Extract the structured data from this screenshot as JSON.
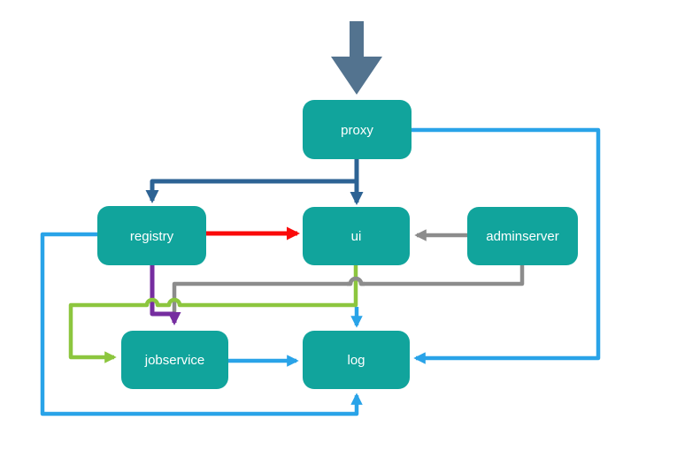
{
  "diagram": {
    "nodes": [
      {
        "id": "proxy",
        "label": "proxy"
      },
      {
        "id": "registry",
        "label": "registry"
      },
      {
        "id": "ui",
        "label": "ui"
      },
      {
        "id": "adminserver",
        "label": "adminserver"
      },
      {
        "id": "jobservice",
        "label": "jobservice"
      },
      {
        "id": "log",
        "label": "log"
      }
    ],
    "edges": [
      {
        "from": "external",
        "to": "proxy",
        "color": "slate"
      },
      {
        "from": "proxy",
        "to": "ui",
        "color": "dark_blue"
      },
      {
        "from": "proxy",
        "to": "registry",
        "color": "dark_blue"
      },
      {
        "from": "registry",
        "to": "ui",
        "color": "red"
      },
      {
        "from": "adminserver",
        "to": "ui",
        "color": "gray"
      },
      {
        "from": "adminserver",
        "to": "jobservice",
        "color": "gray"
      },
      {
        "from": "registry",
        "to": "jobservice",
        "color": "purple"
      },
      {
        "from": "ui",
        "to": "jobservice",
        "color": "green"
      },
      {
        "from": "ui",
        "to": "log",
        "color": "blue"
      },
      {
        "from": "jobservice",
        "to": "log",
        "color": "blue"
      },
      {
        "from": "proxy",
        "to": "log",
        "color": "blue"
      },
      {
        "from": "registry",
        "to": "log",
        "color": "blue"
      }
    ],
    "colors": {
      "node_fill": "#11a49c",
      "node_text": "#ffffff",
      "dark_blue": "#2d6394",
      "slate": "#53738f",
      "red": "#fa0a0a",
      "gray": "#8c8c8c",
      "purple": "#762da0",
      "green": "#8cc63e",
      "blue": "#29a3e8",
      "background": "#ffffff"
    }
  }
}
